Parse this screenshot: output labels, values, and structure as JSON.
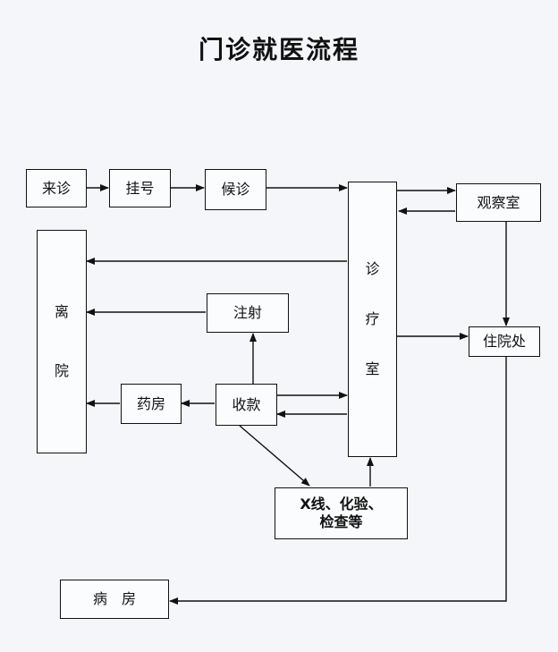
{
  "title": "门诊就医流程",
  "nodes": {
    "arrival": "来诊",
    "registration": "挂号",
    "waiting": "候诊",
    "consultation_room": [
      "诊",
      "疗",
      "室"
    ],
    "observation_room": "观察室",
    "inpatient_office": "住院处",
    "leave_hospital": [
      "离",
      "院"
    ],
    "injection": "注射",
    "payment": "收款",
    "pharmacy": "药房",
    "exams": [
      "X线、化验、",
      "检查等"
    ],
    "ward": "病　房"
  }
}
